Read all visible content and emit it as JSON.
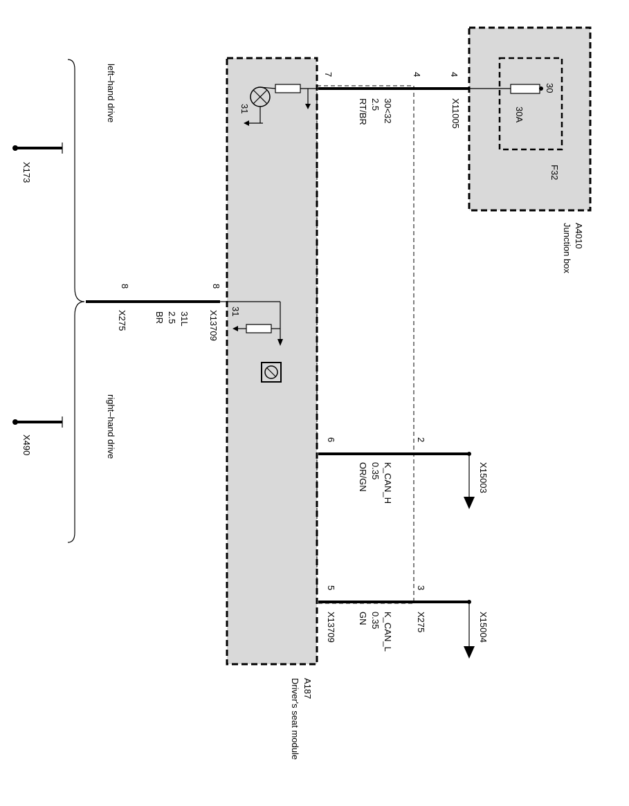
{
  "components": {
    "junction_box": {
      "id": "A4010",
      "name": "Junction box"
    },
    "fuse": {
      "id": "F32",
      "terminal": "30",
      "rating": "30A"
    },
    "seat_module": {
      "id": "A187",
      "name": "Driver's seat module"
    }
  },
  "wires": {
    "power": {
      "circuit": "30<32",
      "size": "2.5",
      "color": "RT/BR",
      "pin_junction": "4",
      "pin_module": "7",
      "connector": "X11005"
    },
    "ground": {
      "circuit": "31L",
      "size": "2.5",
      "color": "BR",
      "pin_module": "8",
      "pin_ground": "8",
      "connector_module": "X13709",
      "connector_ground": "X275"
    },
    "can_h": {
      "circuit": "K_CAN_H",
      "size": "0.35",
      "color": "OR/GN",
      "pin_module": "6",
      "pin_x275": "2",
      "target": "X15003"
    },
    "can_l": {
      "circuit": "K_CAN_L",
      "size": "0.35",
      "color": "GN",
      "pin_module": "5",
      "pin_x275": "3",
      "target": "X15004",
      "connector_x275": "X275",
      "connector_module": "X13709"
    }
  },
  "ground_terminals": {
    "internal_1": "31",
    "internal_2": "31"
  },
  "variants": {
    "lhd": "left–hand drive",
    "rhd": "right–hand drive",
    "lhd_ground": "X173",
    "rhd_ground": "X490"
  }
}
